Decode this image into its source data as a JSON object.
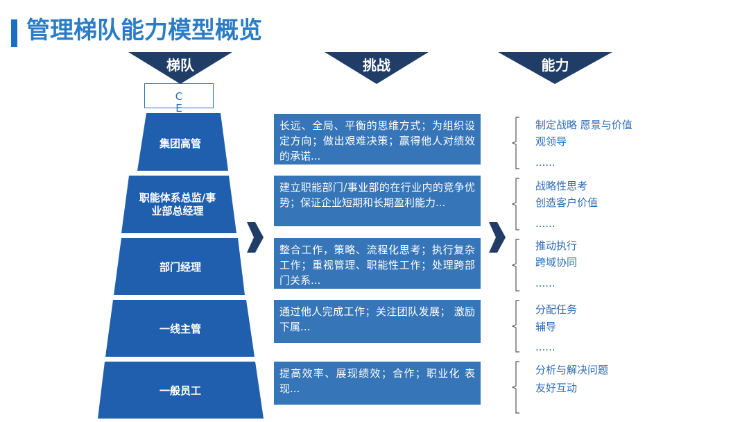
{
  "title": "管理梯队能力模型概览",
  "headers": {
    "ladder": "梯队",
    "challenge": "挑战",
    "ability": "能力"
  },
  "ceo": "CEO",
  "tiers": [
    {
      "name": "集团高管",
      "challenge": "长远、全局、平衡的思维方式；为组织设定方向；做出艰难决策；赢得他人对绩效的承诺...",
      "abilities": [
        "制定战略  愿景与价值观领导",
        "......"
      ]
    },
    {
      "name": "职能体系总监/事 业部总经理",
      "challenge": "建立职能部门/事业部的在行业内的竞争优势；保证企业短期和长期盈利能力...",
      "abilities": [
        "战略性思考",
        "创造客户价值",
        "......"
      ]
    },
    {
      "name": "部门经理",
      "challenge": "整合工作，策略、流程化思考；执行复杂工作；重视管理、职能性工作；处理跨部门关系...",
      "abilities": [
        "推动执行",
        "跨域协同",
        "......"
      ]
    },
    {
      "name": "一线主管",
      "challenge": "通过他人完成工作；关注团队发展；  激励下属...",
      "abilities": [
        "分配任务",
        "辅导",
        "......"
      ]
    },
    {
      "name": "一般员工",
      "challenge": "提高效率、展现绩效；合作；职业化 表现...",
      "abilities": [
        "分析与解决问题",
        "友好互动"
      ]
    }
  ],
  "colors": {
    "primary": "#1f5fae",
    "box": "#3675b8",
    "text_blue": "#2f6db5",
    "header": "#1f3d66"
  }
}
